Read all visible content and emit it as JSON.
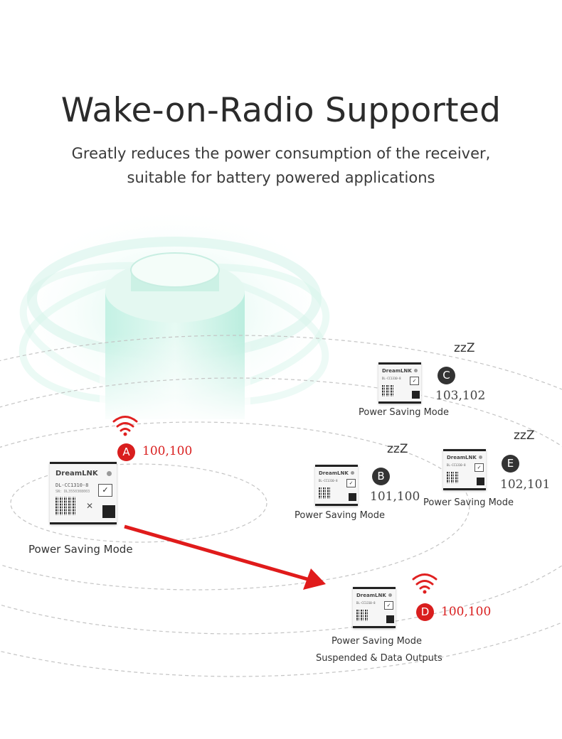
{
  "header": {
    "title": "Wake-on-Radio Supported",
    "subtitle_line1": "Greatly reduces the power consumption of the receiver,",
    "subtitle_line2": "suitable for battery powered applications"
  },
  "module": {
    "brand": "DreamLNK",
    "model": "DL-CC1310-8",
    "serial": "SN: DL3550308003"
  },
  "sleep_symbol": "zzZ",
  "nodes": {
    "a": {
      "letter": "A",
      "address": "100,100",
      "mode": "Power Saving Mode"
    },
    "b": {
      "letter": "B",
      "address": "101,100",
      "mode": "Power Saving Mode"
    },
    "c": {
      "letter": "C",
      "address": "103,102",
      "mode": "Power Saving Mode"
    },
    "d": {
      "letter": "D",
      "address": "100,100",
      "mode_line1": "Power Saving Mode",
      "mode_line2": "Suspended & Data Outputs"
    },
    "e": {
      "letter": "E",
      "address": "102,101",
      "mode": "Power Saving Mode"
    }
  },
  "colors": {
    "active_red": "#e02020",
    "sleep_dark": "#333333",
    "battery_teal": "#7fe0c8",
    "ring_gray": "#bdbdbd"
  },
  "icons": [
    "wifi-icon",
    "sleep-zzz-icon",
    "arrow-icon",
    "battery-illustration"
  ]
}
